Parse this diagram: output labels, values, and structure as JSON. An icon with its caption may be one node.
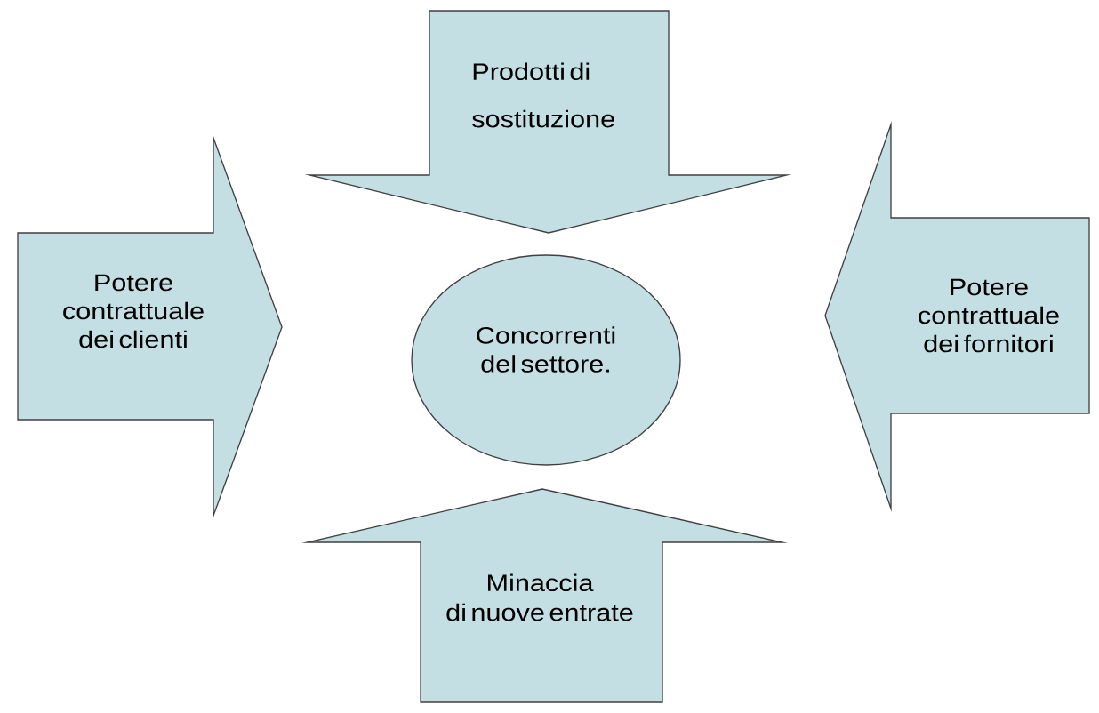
{
  "diagram": {
    "nodes": [
      {
        "text": [
          "Prodotti di sostituzione"
        ]
      },
      {
        "text": [
          "Potere contrattuale dei clienti"
        ]
      },
      {
        "text": [
          "Concorrenti del settore."
        ]
      },
      {
        "text": [
          "Potere contrattuale dei fornitori"
        ]
      },
      {
        "text": [
          "Minaccia di nuove entrate"
        ]
      }
    ]
  }
}
